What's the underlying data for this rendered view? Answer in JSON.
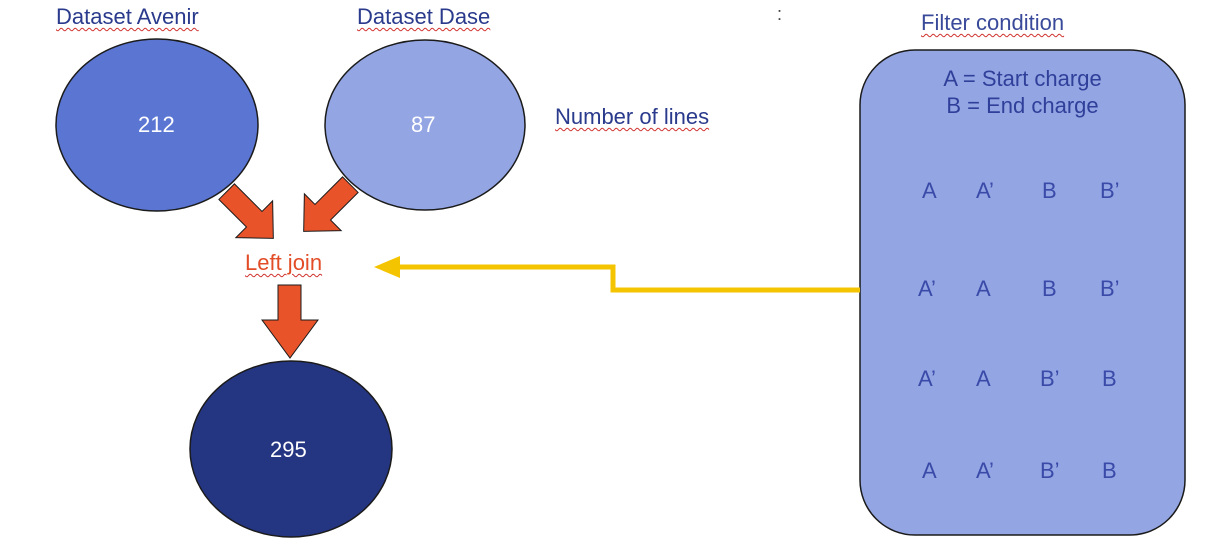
{
  "dataset_avenir": {
    "title": "Dataset Avenir",
    "count": "212"
  },
  "dataset_dase": {
    "title": "Dataset Dase",
    "count": "87"
  },
  "result": {
    "count": "295"
  },
  "number_of_lines_label": "Number of lines",
  "colon": ":",
  "join_label": "Left join",
  "filter": {
    "title": "Filter condition",
    "definition_a": "A = Start charge",
    "definition_b": "B = End charge",
    "rows": [
      [
        "A",
        "A’",
        "B",
        "B’"
      ],
      [
        "A’",
        "A",
        "B",
        "B’"
      ],
      [
        "A’",
        "A",
        "B’",
        "B"
      ],
      [
        "A",
        "A’",
        "B’",
        "B"
      ]
    ]
  },
  "colors": {
    "avenir_circle": "#5b76d2",
    "dase_circle": "#93a5e3",
    "result_circle": "#243582",
    "panel_fill": "#93a5e3",
    "arrow_orange": "#e8532a",
    "connector_yellow": "#f5c400"
  }
}
